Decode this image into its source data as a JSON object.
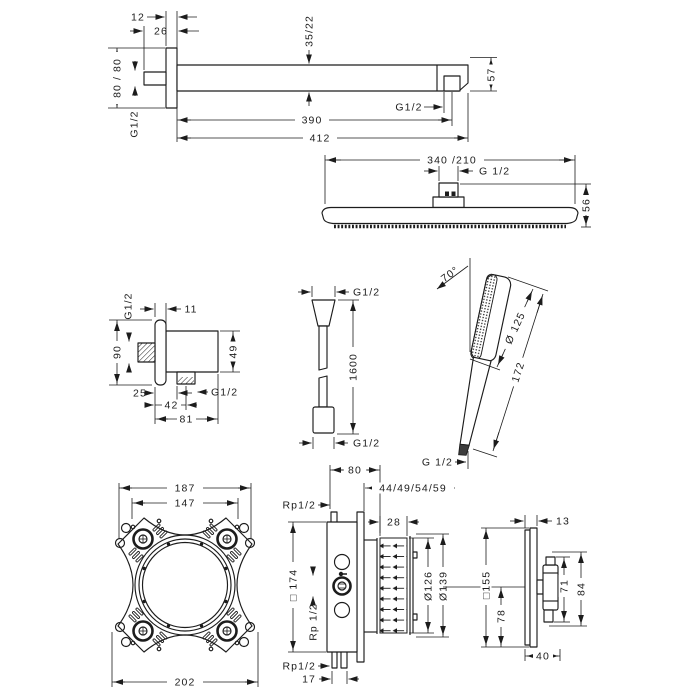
{
  "meta": {
    "background": "#ffffff",
    "ink_color": "#1c1c1c",
    "drawing": "shower-set-dimensional-drawing"
  },
  "arm": {
    "w12": "12",
    "w26": "26",
    "h35_22": "35/22",
    "h80_80": "80 / 80",
    "g_wall": "G1/2",
    "h57": "57",
    "g_out": "G1/2",
    "l390": "390",
    "l412": "412"
  },
  "head": {
    "w340": "340 /210",
    "g": "G 1/2",
    "h56": "56"
  },
  "outlet": {
    "g_top": "G1/2",
    "t11": "11",
    "h90": "90",
    "h49": "49",
    "w25": "25",
    "w42": "42",
    "w81": "81",
    "g_bot": "G1/2"
  },
  "hose": {
    "g_top": "G1/2",
    "l1600": "1600",
    "g_bot": "G1/2"
  },
  "hand": {
    "a70": "70°",
    "d125": "Ø 125",
    "l172": "172",
    "g": "G 1/2"
  },
  "ibox": {
    "w187": "187",
    "w147": "147",
    "w202": "202"
  },
  "valve": {
    "w80": "80",
    "depths": "44/49/54/59",
    "rp_top": "Rp1/2",
    "w28": "28",
    "sq174": "□ 174",
    "rp_mid": "Rp 1/2",
    "d126": "Ø126",
    "d139": "Ø139",
    "rp_bot": "Rp1/2",
    "w17": "17"
  },
  "trim": {
    "t13": "13",
    "sq155": "□155",
    "h78": "78",
    "h71": "71",
    "h84": "84",
    "d40": "40"
  }
}
